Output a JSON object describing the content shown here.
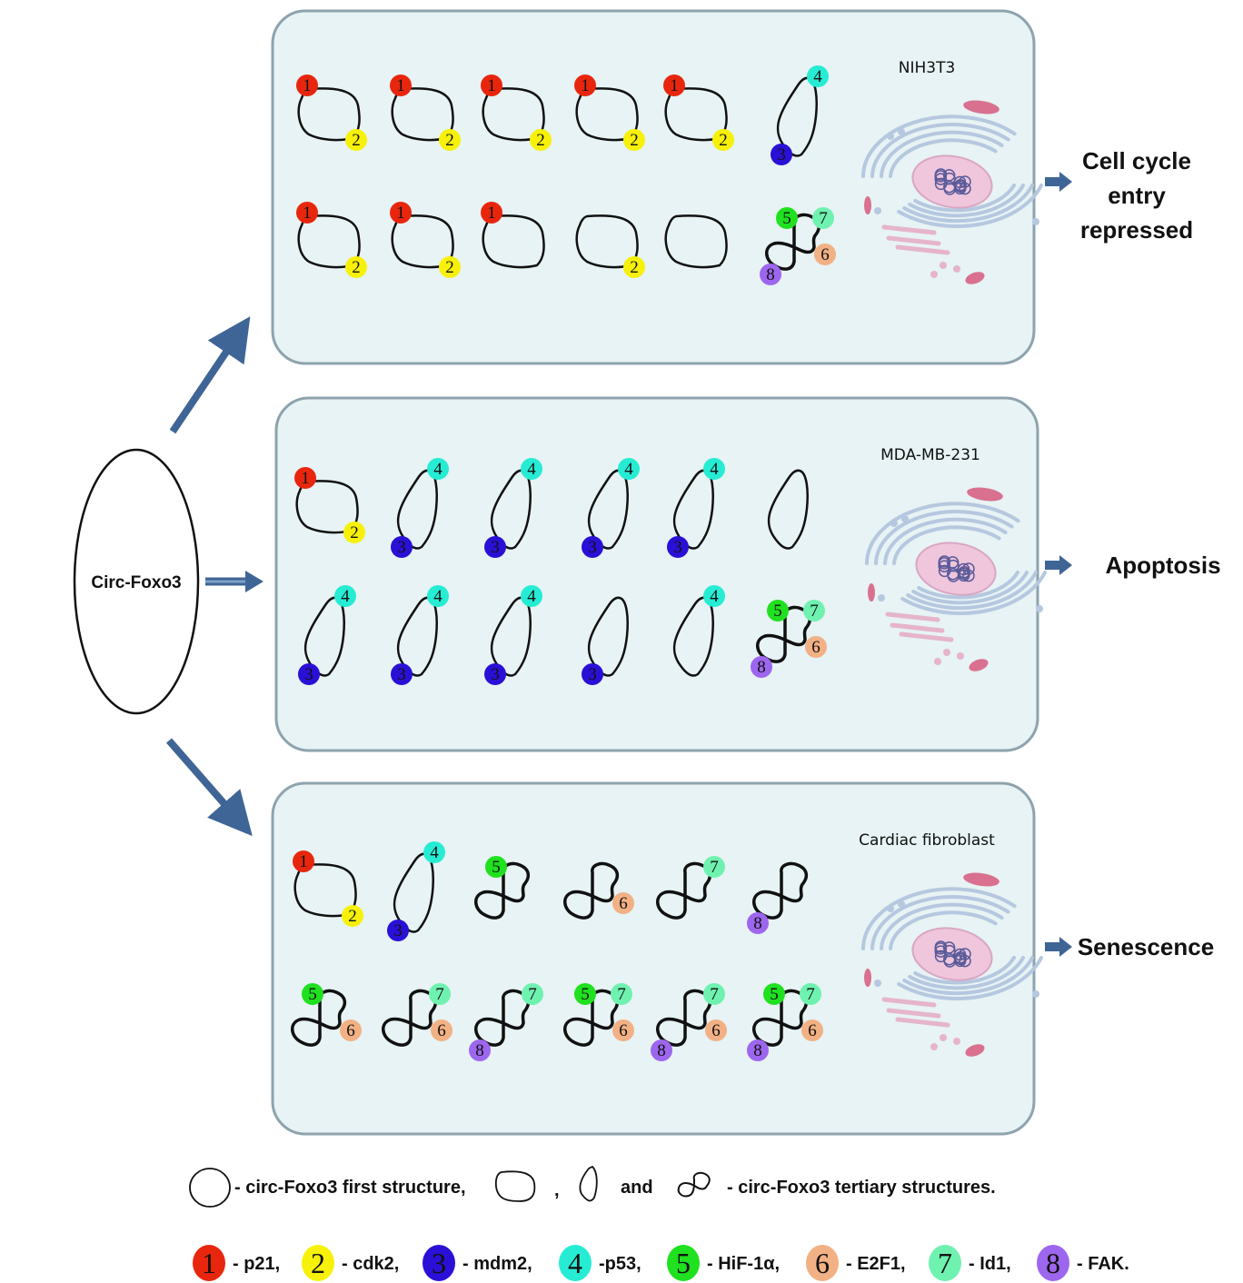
{
  "source": {
    "label": "Circ-Foxo3"
  },
  "proteins": [
    {
      "id": 1,
      "name": "p21",
      "color": "#e8260e"
    },
    {
      "id": 2,
      "name": "cdk2",
      "color": "#f7f10a"
    },
    {
      "id": 3,
      "name": "mdm2",
      "color": "#2a10d6"
    },
    {
      "id": 4,
      "name": "p53",
      "color": "#26ecd4"
    },
    {
      "id": 5,
      "name": "HiF-1α",
      "color": "#1fe11f"
    },
    {
      "id": 6,
      "name": "E2F1",
      "color": "#f2b184"
    },
    {
      "id": 7,
      "name": "Id1",
      "color": "#6ff2b0"
    },
    {
      "id": 8,
      "name": "FAK",
      "color": "#9d66ee"
    }
  ],
  "panels": [
    {
      "cell_type": "NIH3T3",
      "outcome_lines": [
        "Cell cycle",
        "entry",
        "repressed"
      ],
      "rows": [
        [
          {
            "shape": "rounded",
            "bound": [
              1,
              2
            ]
          },
          {
            "shape": "rounded",
            "bound": [
              1,
              2
            ]
          },
          {
            "shape": "rounded",
            "bound": [
              1,
              2
            ]
          },
          {
            "shape": "rounded",
            "bound": [
              1,
              2
            ]
          },
          {
            "shape": "rounded",
            "bound": [
              1,
              2
            ]
          },
          {
            "shape": "elongated",
            "bound": [
              3,
              4
            ]
          }
        ],
        [
          {
            "shape": "rounded",
            "bound": [
              1,
              2
            ]
          },
          {
            "shape": "rounded",
            "bound": [
              1,
              2
            ]
          },
          {
            "shape": "rounded",
            "bound": [
              1
            ]
          },
          {
            "shape": "rounded",
            "bound": [
              2
            ]
          },
          {
            "shape": "rounded",
            "bound": []
          },
          {
            "shape": "figure8",
            "bound": [
              5,
              6,
              7,
              8
            ]
          }
        ]
      ]
    },
    {
      "cell_type": "MDA-MB-231",
      "outcome_lines": [
        "Apoptosis"
      ],
      "rows": [
        [
          {
            "shape": "rounded",
            "bound": [
              1,
              2
            ]
          },
          {
            "shape": "elongated",
            "bound": [
              3,
              4
            ]
          },
          {
            "shape": "elongated",
            "bound": [
              3,
              4
            ]
          },
          {
            "shape": "elongated",
            "bound": [
              3,
              4
            ]
          },
          {
            "shape": "elongated",
            "bound": [
              3,
              4
            ]
          },
          {
            "shape": "elongated",
            "bound": []
          }
        ],
        [
          {
            "shape": "elongated",
            "bound": [
              3,
              4
            ]
          },
          {
            "shape": "elongated",
            "bound": [
              3,
              4
            ]
          },
          {
            "shape": "elongated",
            "bound": [
              3,
              4
            ]
          },
          {
            "shape": "elongated",
            "bound": [
              3
            ]
          },
          {
            "shape": "elongated",
            "bound": [
              4
            ]
          },
          {
            "shape": "figure8",
            "bound": [
              5,
              6,
              7,
              8
            ]
          }
        ]
      ]
    },
    {
      "cell_type": "Cardiac fibroblast",
      "outcome_lines": [
        "Senescence"
      ],
      "rows": [
        [
          {
            "shape": "rounded",
            "bound": [
              1,
              2
            ]
          },
          {
            "shape": "elongated",
            "bound": [
              3,
              4
            ]
          },
          {
            "shape": "figure8",
            "bound": [
              5
            ]
          },
          {
            "shape": "figure8",
            "bound": [
              6
            ]
          },
          {
            "shape": "figure8",
            "bound": [
              7
            ]
          },
          {
            "shape": "figure8",
            "bound": [
              8
            ]
          }
        ],
        [
          {
            "shape": "figure8",
            "bound": [
              5,
              6
            ]
          },
          {
            "shape": "figure8",
            "bound": [
              6,
              7
            ]
          },
          {
            "shape": "figure8",
            "bound": [
              7,
              8
            ]
          },
          {
            "shape": "figure8",
            "bound": [
              5,
              6,
              7
            ]
          },
          {
            "shape": "figure8",
            "bound": [
              6,
              7,
              8
            ]
          },
          {
            "shape": "figure8",
            "bound": [
              5,
              6,
              7,
              8
            ]
          }
        ]
      ]
    }
  ],
  "legend": {
    "structures": {
      "first_text": "- circ-Foxo3 first structure,",
      "comma": ",",
      "and": "and",
      "tertiary_text": "- circ-Foxo3 tertiary structures."
    },
    "proteins": [
      {
        "id": "1",
        "text": "- p21,"
      },
      {
        "id": "2",
        "text": "- cdk2,"
      },
      {
        "id": "3",
        "text": "- mdm2,"
      },
      {
        "id": "4",
        "text": "-p53,"
      },
      {
        "id": "5",
        "text": "- HiF-1α,"
      },
      {
        "id": "6",
        "text": "- E2F1,"
      },
      {
        "id": "7",
        "text": "- Id1,"
      },
      {
        "id": "8",
        "text": "- FAK."
      }
    ]
  },
  "colors": {
    "panel_fill": "#e7f3f4",
    "panel_stroke": "#8ea3ad",
    "arrow": "#3f6596",
    "er_blue": "#b6c8e0",
    "nucleus": "#efc6dc",
    "chromatin": "#5a5a9a",
    "mito": "#d97090",
    "golgi": "#e6b4cc"
  }
}
